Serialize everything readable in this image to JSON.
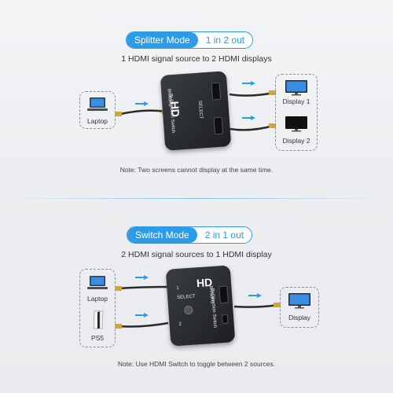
{
  "splitter": {
    "mode_label": "Splitter Mode",
    "mode_value": "1 in 2 out",
    "subtitle": "1 HDMI signal source to 2 HDMI displays",
    "source": "Laptop",
    "display_1": "Display 1",
    "display_2": "Display 2",
    "note": "Note: Two screens cannot display at the same time."
  },
  "switch": {
    "mode_label": "Switch Mode",
    "mode_value": "2 in 1 out",
    "subtitle": "2 HDMI signal sources to 1 HDMI display",
    "source_1": "Laptop",
    "source_2": "PS5",
    "display": "Display",
    "note": "Note: Use HDMI Switch to toggle between 2 sources."
  },
  "device": {
    "brand_mark": "HD",
    "spec": "8K/60Hz",
    "name": "Bi-Direction Switch",
    "select_label": "SELECT",
    "port_1": "1",
    "port_2": "2"
  },
  "colors": {
    "accent": "#2e9be6"
  }
}
